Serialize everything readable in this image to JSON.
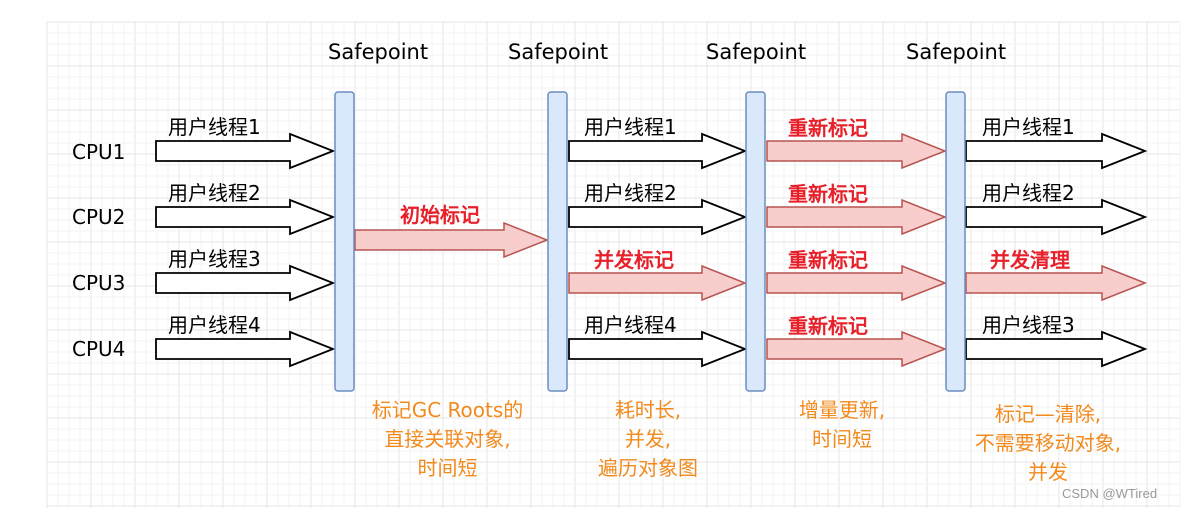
{
  "safepoints": [
    "Safepoint",
    "Safepoint",
    "Safepoint",
    "Safepoint"
  ],
  "cpus": [
    "CPU1",
    "CPU2",
    "CPU3",
    "CPU4"
  ],
  "phase1": {
    "threads": [
      "用户线程1",
      "用户线程2",
      "用户线程3",
      "用户线程4"
    ]
  },
  "phase2": {
    "label": "初始标记",
    "note": [
      "标记GC Roots的",
      "直接关联对象,",
      "时间短"
    ]
  },
  "phase3": {
    "thread1": "用户线程1",
    "thread2": "用户线程2",
    "concurrent": "并发标记",
    "thread4": "用户线程4",
    "note": [
      "耗时长,",
      "并发,",
      "遍历对象图"
    ]
  },
  "phase4": {
    "labels": [
      "重新标记",
      "重新标记",
      "重新标记",
      "重新标记"
    ],
    "note": [
      "增量更新,",
      "时间短"
    ]
  },
  "phase5": {
    "thread1": "用户线程1",
    "thread2": "用户线程2",
    "concurrent": "并发清理",
    "thread3": "用户线程3",
    "note": [
      "标记—清除,",
      "不需要移动对象,",
      "并发"
    ]
  },
  "watermark": "CSDN @WTired",
  "colors": {
    "bar_fill": "#dae8fc",
    "bar_stroke": "#6c8ebf",
    "red_arrow_fill": "#f8cecc",
    "red_arrow_stroke": "#b85450",
    "red_text": "#e8202a",
    "note_text": "#f28a1d"
  }
}
